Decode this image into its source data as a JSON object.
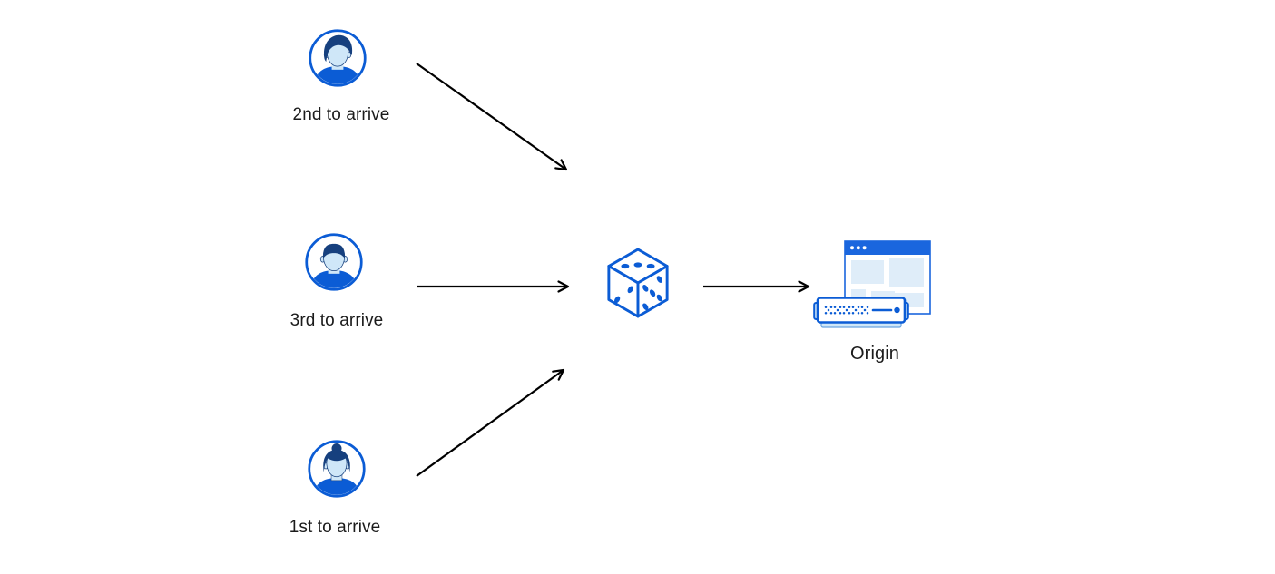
{
  "diagram": {
    "title": "random-steering-to-origin-diagram",
    "colors": {
      "accent_blue": "#0b5cd5",
      "dark_navy": "#16407e",
      "light_blue_fill": "#cfe7f8",
      "lighter_blue_fill": "#dfedf9",
      "titlebar_blue": "#1a66de",
      "arrow_black": "#000000",
      "text_color": "#1b1b1b",
      "canvas_bg": "#ffffff"
    },
    "nodes": {
      "visitor_2nd": {
        "label": "2nd to arrive",
        "icon": "user-avatar-male-swept-hair-icon"
      },
      "visitor_3rd": {
        "label": "3rd to arrive",
        "icon": "user-avatar-male-short-hair-icon"
      },
      "visitor_1st": {
        "label": "1st to arrive",
        "icon": "user-avatar-female-bun-icon"
      },
      "random_selector": {
        "label": "",
        "icon": "dice-icon",
        "dice_faces_visible_pips": [
          3,
          2,
          5
        ]
      },
      "origin": {
        "label": "Origin",
        "icon": "browser-window-and-server-icon"
      }
    },
    "edges": [
      {
        "from": "visitor_2nd",
        "to": "random_selector"
      },
      {
        "from": "visitor_3rd",
        "to": "random_selector"
      },
      {
        "from": "visitor_1st",
        "to": "random_selector"
      },
      {
        "from": "random_selector",
        "to": "origin"
      }
    ]
  }
}
